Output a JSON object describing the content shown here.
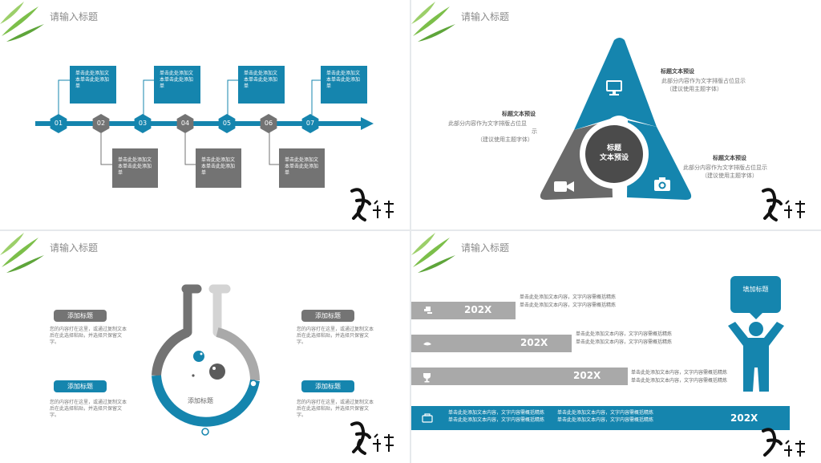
{
  "slides": [
    {
      "title": "请输入标题",
      "timeline": {
        "steps": [
          "01",
          "02",
          "03",
          "04",
          "05",
          "06",
          "07"
        ],
        "top_box_text": "单击此处添加文本单击此处添加单",
        "bottom_box_text": "单击此处添加文本单击此处添加单"
      }
    },
    {
      "title": "请输入标题",
      "center": {
        "line1": "标题",
        "line2": "文本预设"
      },
      "callouts": [
        {
          "heading": "标题文本预设",
          "line1": "此部分内容作为文字排版占位显示",
          "line2": "（建议使用主题字体）"
        },
        {
          "heading": "标题文本预设",
          "line1": "此部分内容作为文字排版占位显",
          "line2": "示",
          "line3": "（建议使用主题字体）"
        },
        {
          "heading": "标题文本预设",
          "line1": "此部分内容作为文字排版占位显示",
          "line2": "（建议使用主题字体）"
        }
      ],
      "icons": [
        "monitor-icon",
        "video-camera-icon",
        "camera-icon"
      ]
    },
    {
      "title": "请输入标题",
      "flask_label": "添加标题",
      "items": [
        {
          "label": "添加标题",
          "text": "您的内容打在这里，或通过复制文本后在此选择粘贴，并选择只保留文字。"
        },
        {
          "label": "添加标题",
          "text": "您的内容打在这里，或通过复制文本后在此选择粘贴，并选择只保留文字。"
        },
        {
          "label": "添加标题",
          "text": "您的内容打在这里，或通过复制文本后在此选择粘贴，并选择只保留文字。"
        },
        {
          "label": "添加标题",
          "text": "您的内容打在这里，或通过复制文本后在此选择粘贴，并选择只保留文字。"
        }
      ]
    },
    {
      "title": "请输入标题",
      "bubble": "填加标题",
      "bars": [
        {
          "label": "202X",
          "desc1": "单击此处添加文本内容，文字内容需概括精炼",
          "desc2": "单击此处添加文本内容，文字内容需概括精炼"
        },
        {
          "label": "202X",
          "desc1": "单击此处添加文本内容，文字内容需概括精炼",
          "desc2": "单击此处添加文本内容，文字内容需概括精炼"
        },
        {
          "label": "202X",
          "desc1": "单击此处添加文本内容，文字内容需概括精炼",
          "desc2": "单击此处添加文本内容，文字内容需概括精炼"
        },
        {
          "label": "202X",
          "desc1": "单击此处添加文本内容，文字内容需概括精炼",
          "desc2": "单击此处添加文本内容，文字内容需概括精炼",
          "desc3": "单击此处添加文本内容，文字内容需概括精炼",
          "desc4": "单击此处添加文本内容，文字内容需概括精炼"
        }
      ]
    }
  ],
  "colors": {
    "blue": "#1585ae",
    "gray": "#737373",
    "light_gray": "#a9a9a9"
  }
}
